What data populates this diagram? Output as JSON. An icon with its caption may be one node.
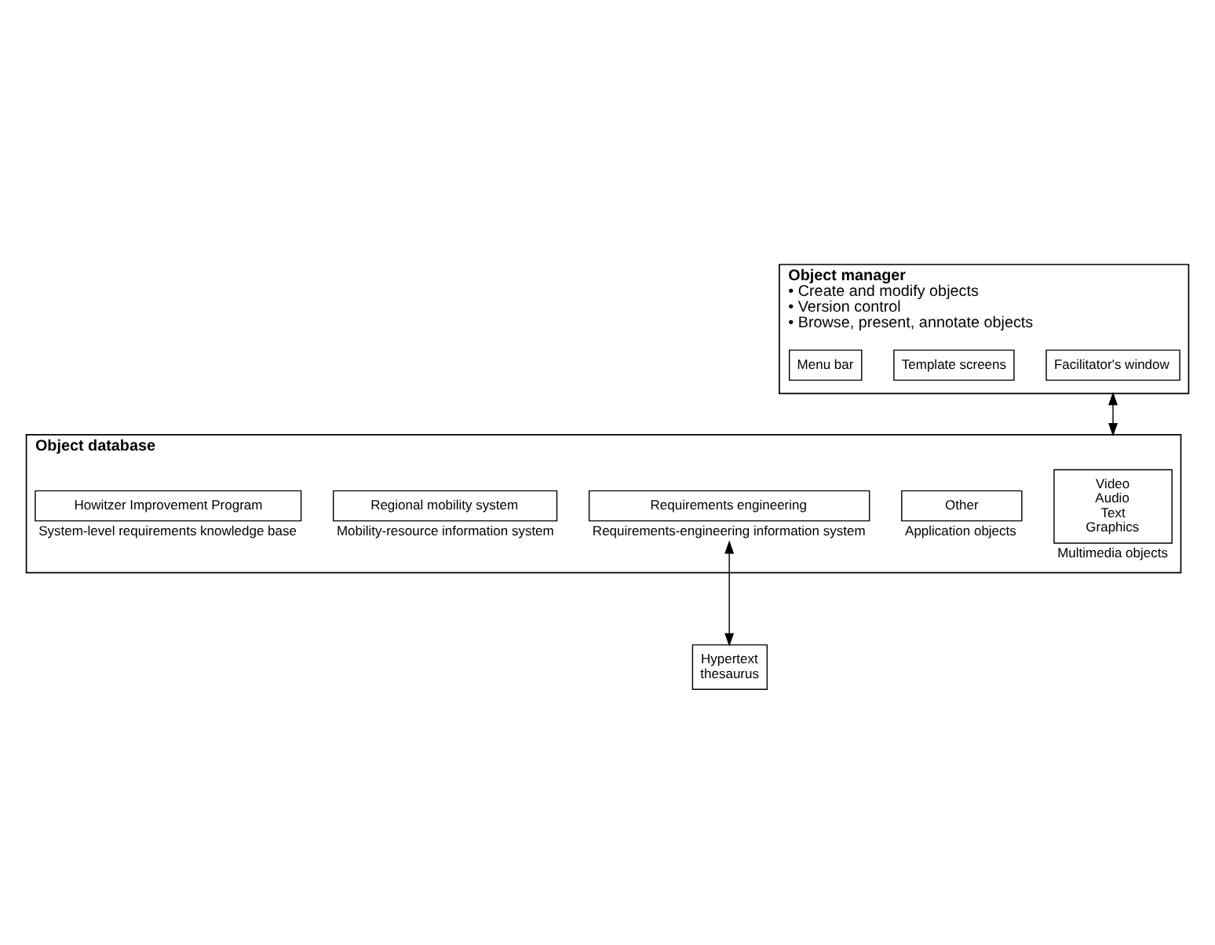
{
  "diagram": {
    "nodes": [
      {
        "text": [
          "Object manager",
          "• Create and modify objects",
          "• Version control",
          "• Browse, present, annotate objects"
        ]
      },
      {
        "text": [
          "Facilitator's window"
        ],
        "in": 0
      },
      {
        "text": [
          "Template screens"
        ],
        "in": 0
      },
      {
        "text": [
          "Menu bar"
        ],
        "in": 0
      },
      {
        "text": [
          "Object database"
        ]
      },
      {
        "text": [
          "Video",
          "Audio",
          "Text",
          "Graphics"
        ],
        "in": 4,
        "beside": [
          "Multimedia objects"
        ]
      },
      {
        "text": [
          "Other"
        ],
        "in": 4,
        "beside": [
          "Application objects"
        ]
      },
      {
        "text": [
          "Requirements engineering"
        ],
        "in": 4,
        "beside": [
          "Requirements-engineering information system"
        ]
      },
      {
        "text": [
          "Regional mobility system"
        ],
        "in": 4,
        "beside": [
          "Mobility-resource information system"
        ]
      },
      {
        "text": [
          "Howitzer Improvement Program"
        ],
        "in": 4,
        "beside": [
          "System-level requirements knowledge base"
        ]
      },
      {
        "text": [
          "Hypertext",
          "thesaurus"
        ]
      }
    ],
    "edges": [
      {
        "from": 0,
        "to": 4,
        "arrow": "both"
      },
      {
        "from": 7,
        "to": 10,
        "arrow": "both"
      }
    ]
  }
}
